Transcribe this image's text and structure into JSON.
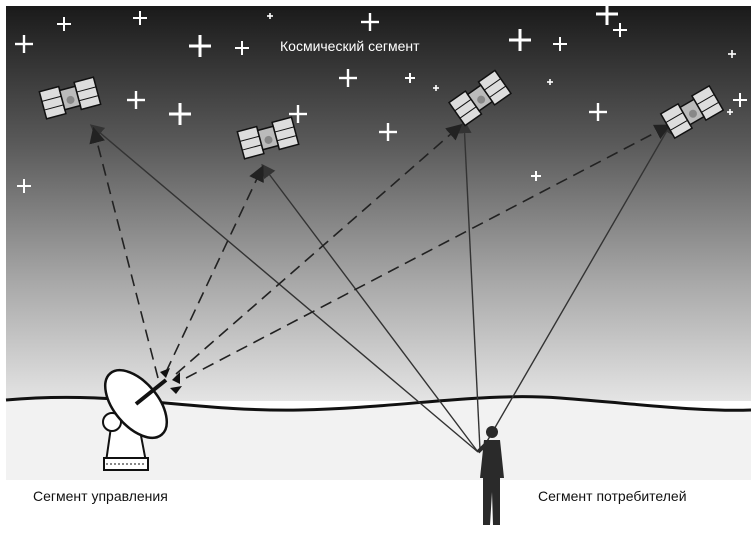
{
  "labels": {
    "space_segment": "Космический сегмент",
    "control_segment": "Сегмент управления",
    "user_segment": "Сегмент потребителей"
  },
  "colors": {
    "sky_top": "#1a1a1a",
    "sky_bottom": "#e6e6e6",
    "ground": "#f2f2f2",
    "line": "#333333",
    "stars": "#ffffff"
  },
  "icons": {
    "satellite": "satellite-icon",
    "antenna": "satellite-dish-icon",
    "user": "person-icon",
    "star": "star-icon"
  }
}
